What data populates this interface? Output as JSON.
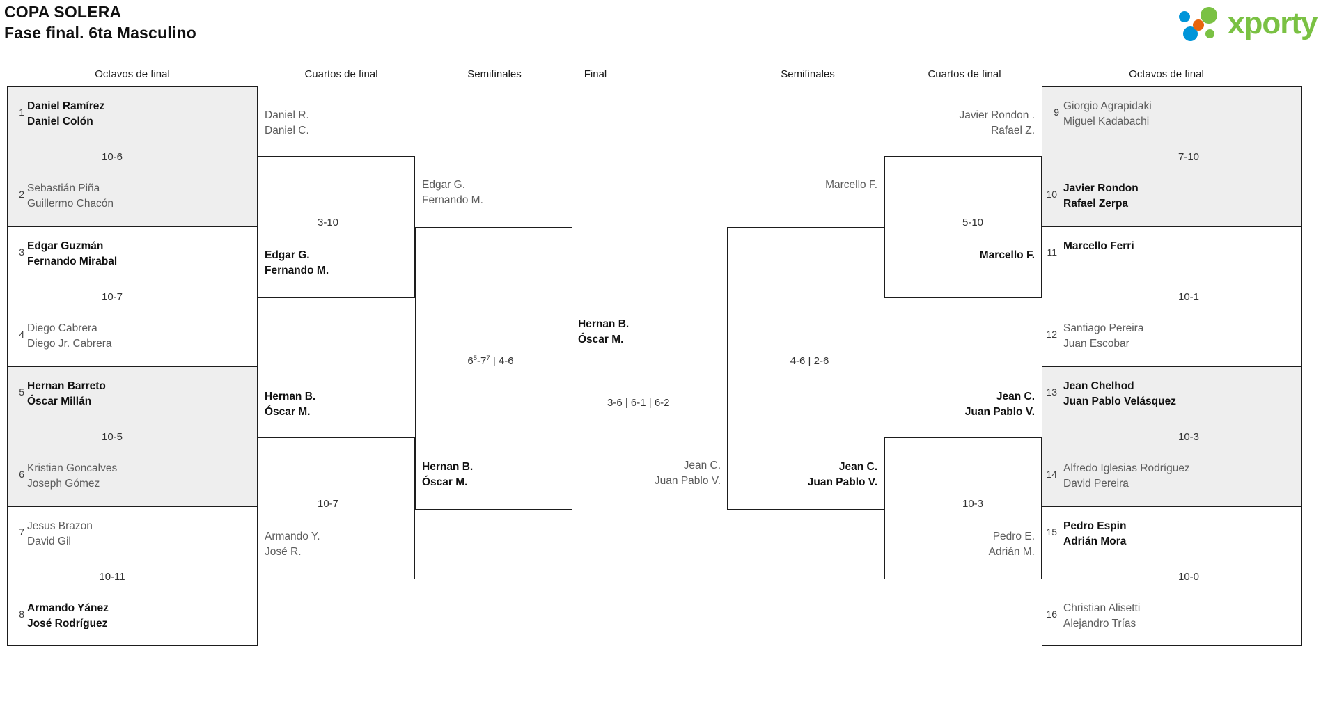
{
  "header": {
    "title": "COPA SOLERA",
    "subtitle": "Fase final. 6ta Masculino",
    "logo_text": "xporty",
    "logo_colors": {
      "blue": "#0095d9",
      "orange": "#e8650d",
      "green": "#7ac143"
    }
  },
  "round_headers": {
    "left_r16": "Octavos de final",
    "left_qf": "Cuartos de final",
    "left_sf": "Semifinales",
    "final": "Final",
    "right_sf": "Semifinales",
    "right_qf": "Cuartos de final",
    "right_r16": "Octavos de final"
  },
  "left_r16": [
    {
      "score": "10-6",
      "top": {
        "seed": "1",
        "p1": "Daniel Ramírez",
        "p2": "Daniel Colón",
        "winner": true
      },
      "bottom": {
        "seed": "2",
        "p1": "Sebastián Piña",
        "p2": "Guillermo Chacón",
        "winner": false
      }
    },
    {
      "score": "10-7",
      "top": {
        "seed": "3",
        "p1": "Edgar Guzmán",
        "p2": "Fernando Mirabal",
        "winner": true
      },
      "bottom": {
        "seed": "4",
        "p1": "Diego Cabrera",
        "p2": "Diego Jr. Cabrera",
        "winner": false
      }
    },
    {
      "score": "10-5",
      "top": {
        "seed": "5",
        "p1": "Hernan Barreto",
        "p2": "Óscar Millán",
        "winner": true
      },
      "bottom": {
        "seed": "6",
        "p1": "Kristian Goncalves",
        "p2": "Joseph Gómez",
        "winner": false
      }
    },
    {
      "score": "10-11",
      "top": {
        "seed": "7",
        "p1": "Jesus Brazon",
        "p2": "David Gil",
        "winner": false
      },
      "bottom": {
        "seed": "8",
        "p1": "Armando Yánez",
        "p2": "José Rodríguez",
        "winner": true
      }
    }
  ],
  "left_qf": [
    {
      "score": "3-10",
      "top": {
        "p1": "Daniel R.",
        "p2": "Daniel C.",
        "winner": false
      },
      "bottom": {
        "p1": "Edgar G.",
        "p2": "Fernando M.",
        "winner": true
      }
    },
    {
      "score": "10-7",
      "top": {
        "p1": "Hernan B.",
        "p2": "Óscar M.",
        "winner": true
      },
      "bottom": {
        "p1": "Armando Y.",
        "p2": "José R.",
        "winner": false
      }
    }
  ],
  "left_sf": [
    {
      "score_html": "6<sup>5</sup>-7<sup>7</sup> | 4-6",
      "top": {
        "p1": "Edgar G.",
        "p2": "Fernando M.",
        "winner": false
      },
      "bottom": {
        "p1": "Hernan B.",
        "p2": "Óscar M.",
        "winner": true
      }
    }
  ],
  "final": {
    "score": "3-6 | 6-1 | 6-2",
    "top": {
      "p1": "Hernan B.",
      "p2": "Óscar M.",
      "winner": true
    },
    "bottom": {
      "p1": "Jean C.",
      "p2": "Juan Pablo V.",
      "winner": false
    }
  },
  "right_sf": [
    {
      "score": "4-6 | 2-6",
      "top": {
        "p1": "Marcello F.",
        "p2": "",
        "winner": false
      },
      "bottom": {
        "p1": "Jean C.",
        "p2": "Juan Pablo V.",
        "winner": true
      }
    }
  ],
  "right_qf": [
    {
      "score": "5-10",
      "top": {
        "p1": "Javier Rondon .",
        "p2": "Rafael Z.",
        "winner": false
      },
      "bottom": {
        "p1": "Marcello F.",
        "p2": "",
        "winner": true
      }
    },
    {
      "score": "10-3",
      "top": {
        "p1": "Jean C.",
        "p2": "Juan Pablo V.",
        "winner": true
      },
      "bottom": {
        "p1": "Pedro E.",
        "p2": "Adrián M.",
        "winner": false
      }
    }
  ],
  "right_r16": [
    {
      "score": "7-10",
      "top": {
        "seed": "9",
        "p1": "Giorgio Agrapidaki",
        "p2": "Miguel Kadabachi",
        "winner": false
      },
      "bottom": {
        "seed": "10",
        "p1": "Javier Rondon",
        "p2": "Rafael Zerpa",
        "winner": true
      }
    },
    {
      "score": "10-1",
      "top": {
        "seed": "11",
        "p1": "Marcello Ferri",
        "p2": "",
        "winner": true
      },
      "bottom": {
        "seed": "12",
        "p1": "Santiago Pereira",
        "p2": "Juan Escobar",
        "winner": false
      }
    },
    {
      "score": "10-3",
      "top": {
        "seed": "13",
        "p1": "Jean Chelhod",
        "p2": "Juan Pablo Velásquez",
        "winner": true
      },
      "bottom": {
        "seed": "14",
        "p1": "Alfredo Iglesias Rodríguez",
        "p2": "David Pereira",
        "winner": false
      }
    },
    {
      "score": "10-0",
      "top": {
        "seed": "15",
        "p1": "Pedro Espin",
        "p2": "Adrián Mora",
        "winner": true
      },
      "bottom": {
        "seed": "16",
        "p1": "Christian Alisetti",
        "p2": "Alejandro Trías",
        "winner": false
      }
    }
  ]
}
